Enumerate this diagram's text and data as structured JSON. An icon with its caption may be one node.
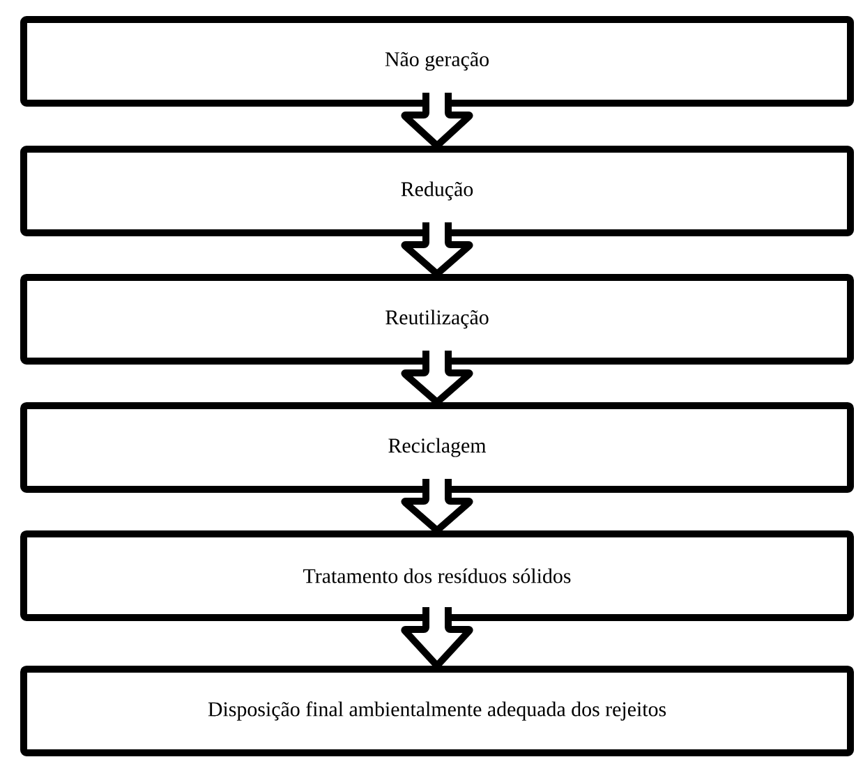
{
  "diagram": {
    "nodes": [
      {
        "text": [
          "Não geração"
        ]
      },
      {
        "text": [
          "Redução"
        ]
      },
      {
        "text": [
          "Reutilização"
        ]
      },
      {
        "text": [
          "Reciclagem"
        ]
      },
      {
        "text": [
          "Tratamento dos resíduos sólidos"
        ]
      },
      {
        "text": [
          "Disposição final ambientalmente adequada dos rejeitos"
        ]
      }
    ],
    "edges": [
      {
        "from": 0,
        "to": 1,
        "arrow": "to"
      },
      {
        "from": 1,
        "to": 2,
        "arrow": "to"
      },
      {
        "from": 2,
        "to": 3,
        "arrow": "to"
      },
      {
        "from": 3,
        "to": 4,
        "arrow": "to"
      },
      {
        "from": 4,
        "to": 5,
        "arrow": "to"
      }
    ]
  }
}
